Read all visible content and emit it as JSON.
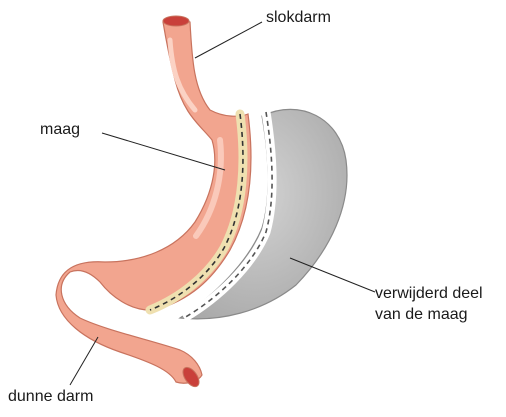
{
  "labels": {
    "oesophagus": "slokdarm",
    "stomach": "maag",
    "removed_line1": "verwijderd deel",
    "removed_line2": "van de maag",
    "small_intestine": "dunne darm"
  },
  "colors": {
    "tissue": "#f2a58f",
    "tissue_outline": "#c8735e",
    "tissue_highlight": "#fbd2c4",
    "removed_tissue": "#b9b9b9",
    "removed_outline": "#8a8a8a",
    "staple_band": "#efe0b0",
    "lumen": "#c9403a",
    "leader_line": "#222222"
  }
}
